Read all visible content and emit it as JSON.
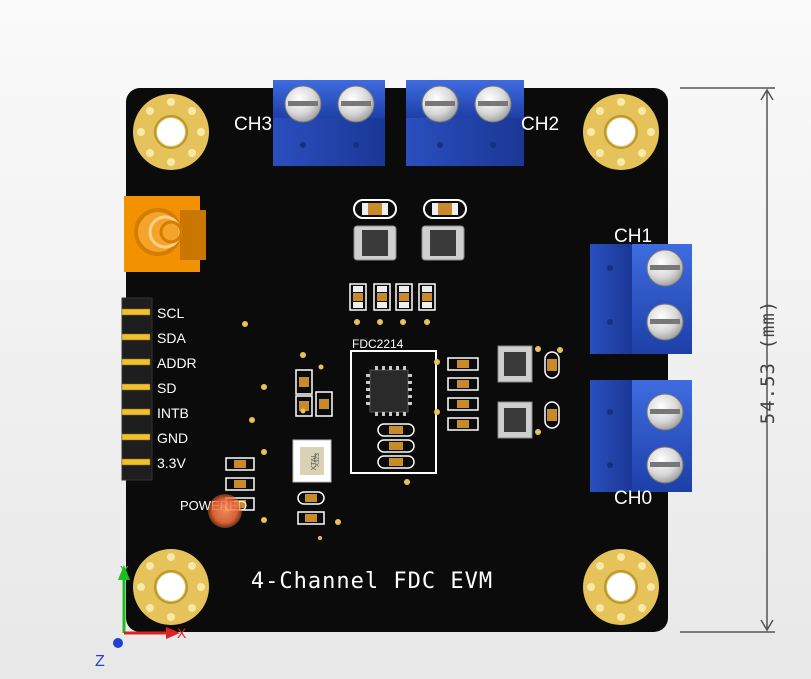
{
  "board": {
    "title": "4-Channel FDC EVM",
    "chip_label": "FDC2214",
    "crystal_label": "XTAL",
    "crystal_code": "X323",
    "power_label": "POWERED",
    "channels": {
      "ch0": "CH0",
      "ch1": "CH1",
      "ch2": "CH2",
      "ch3": "CH3"
    },
    "header_pins": [
      "SCL",
      "SDA",
      "ADDR",
      "SD",
      "INTB",
      "GND",
      "3.3V"
    ]
  },
  "dimension": {
    "text": "54.53 (mm)"
  },
  "axes": {
    "x": "X",
    "y": "Y",
    "z": "Z"
  },
  "colors": {
    "pcb": "#0e0e0e",
    "mount_gold": "#e8c65c",
    "terminal_blue": "#2d56c8",
    "header_orange": "#f39200"
  }
}
